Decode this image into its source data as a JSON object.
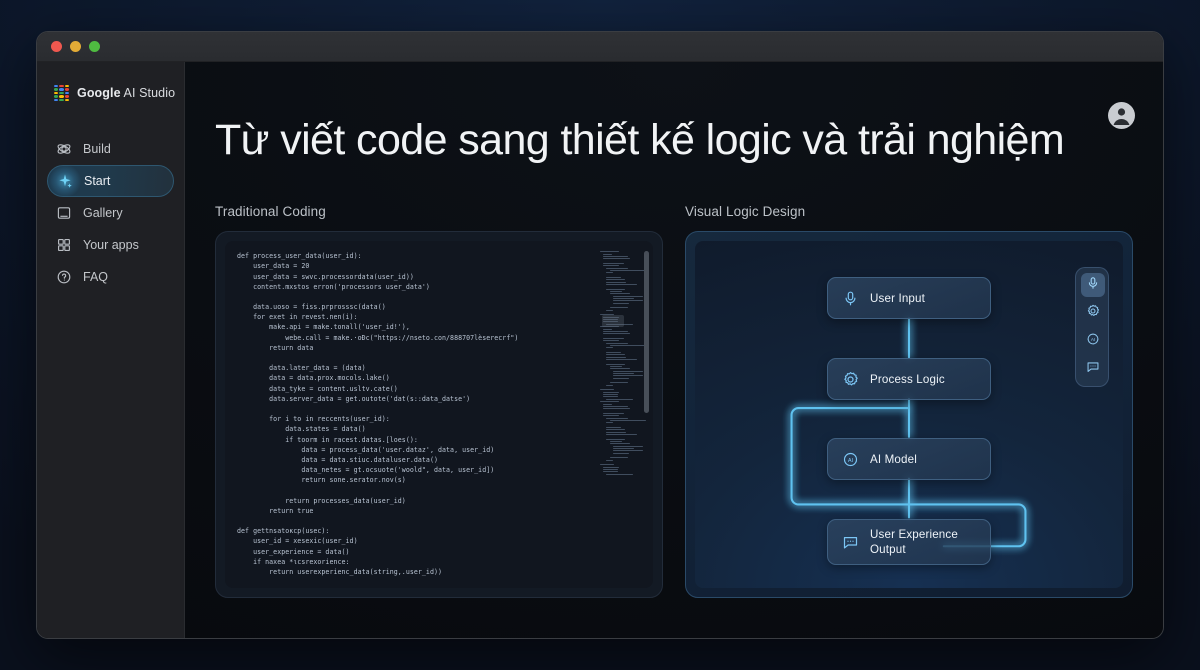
{
  "window": {
    "traffic_lights": [
      "close",
      "minimize",
      "maximize"
    ]
  },
  "sidebar": {
    "brand": {
      "bold": "Google",
      "regular": " AI Studio"
    },
    "items": [
      {
        "label": "Build",
        "icon": "build-icon",
        "active": false
      },
      {
        "label": "Start",
        "icon": "sparkle-icon",
        "active": true
      },
      {
        "label": "Gallery",
        "icon": "gallery-icon",
        "active": false
      },
      {
        "label": "Your apps",
        "icon": "grid-apps-icon",
        "active": false
      },
      {
        "label": "FAQ",
        "icon": "help-icon",
        "active": false
      }
    ]
  },
  "header": {
    "title": "Từ viết code sang thiết kế logic và trải nghiệm",
    "avatar": "user-avatar-icon"
  },
  "panels": {
    "left": {
      "label": "Traditional Coding",
      "code": "def process_user_data(user_id):\n    user_data = 20\n    user_data = swvc.processordata(user_id))\n    content.mxstos erron('processors user_data')\n\n    data.uoso = fiss.prprosssc(data()\n    for exet in revest.nen(i):\n        make.api = make.tonall('user_id!'),\n            webe.call = make.·oÐc(\"https://nseto.con/888707lèserecrf\")\n        return data\n\n        data.later_data = (data)\n        data = data.prox.mocols.lake()\n        data_tyke = content.usltv.cate()\n        data.server_data = get.outote('dat(s::data_datse')\n\n        for i to in reccents(user_id):\n            data.states = data()\n            if toorm in racest.datas.[loes():\n                data = process_data('user.dataz', data, user_id)\n                data = data.stiuc.dataluser.data()\n                data_netes = gt.ocsuote('woold\", data, user_id])\n                return sone.serator.nov(s)\n\n            return processes_data(user_id)\n        return true\n\ndef gettnsatoкcp(usec):\n    user_id = xesexic(user_id)\n    user_experience = data()\n    if naxea *ιcsrexorience:\n        return userexperienc_data(string,.user_id))"
    },
    "right": {
      "label": "Visual Logic Design",
      "nodes": [
        {
          "label": "User Input",
          "icon": "microphone-icon"
        },
        {
          "label": "Process Logic",
          "icon": "gear-icon"
        },
        {
          "label": "AI Model",
          "icon": "ai-chip-icon"
        },
        {
          "label": "User Experience\nOutput",
          "icon": "chat-bubble-icon"
        }
      ],
      "toolbar": [
        {
          "icon": "microphone-icon",
          "active": true
        },
        {
          "icon": "gear-icon",
          "active": false
        },
        {
          "icon": "ai-chip-icon",
          "active": false
        },
        {
          "icon": "chat-bubble-icon",
          "active": false
        }
      ]
    }
  },
  "colors": {
    "accent": "#5ec2f0",
    "glow": "#57b9ef",
    "brand_dots": [
      "#4285f4",
      "#ea4335",
      "#fbbc05",
      "#34a853",
      "#4285f4",
      "#ea4335",
      "#fbbc05",
      "#34a853",
      "#4285f4",
      "#34a853",
      "#fbbc05",
      "#ea4335",
      "#4285f4",
      "#34a853",
      "#fbbc05"
    ],
    "traffic": [
      "#ef584f",
      "#e3ab36",
      "#4fbb41"
    ]
  }
}
